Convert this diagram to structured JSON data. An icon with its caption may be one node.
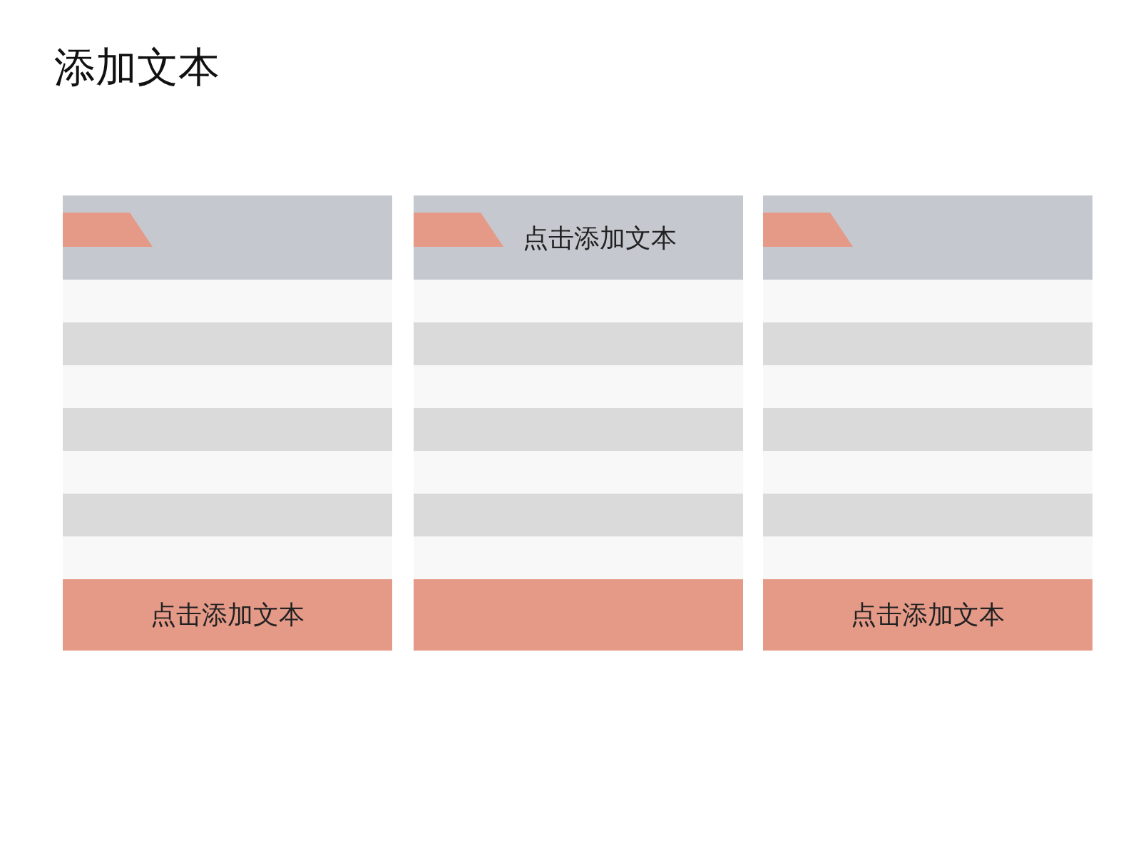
{
  "diagram": {
    "title": "添加文本",
    "nodes": [
      {
        "text": [],
        "shape": "box"
      },
      {
        "text": [
          "点击添加文本"
        ]
      },
      {
        "text": [],
        "shape": "box"
      },
      {
        "text": [
          "点击添加文本"
        ]
      },
      {
        "text": [],
        "shape": "box"
      },
      {
        "text": [
          "点击添加文本"
        ]
      }
    ]
  }
}
